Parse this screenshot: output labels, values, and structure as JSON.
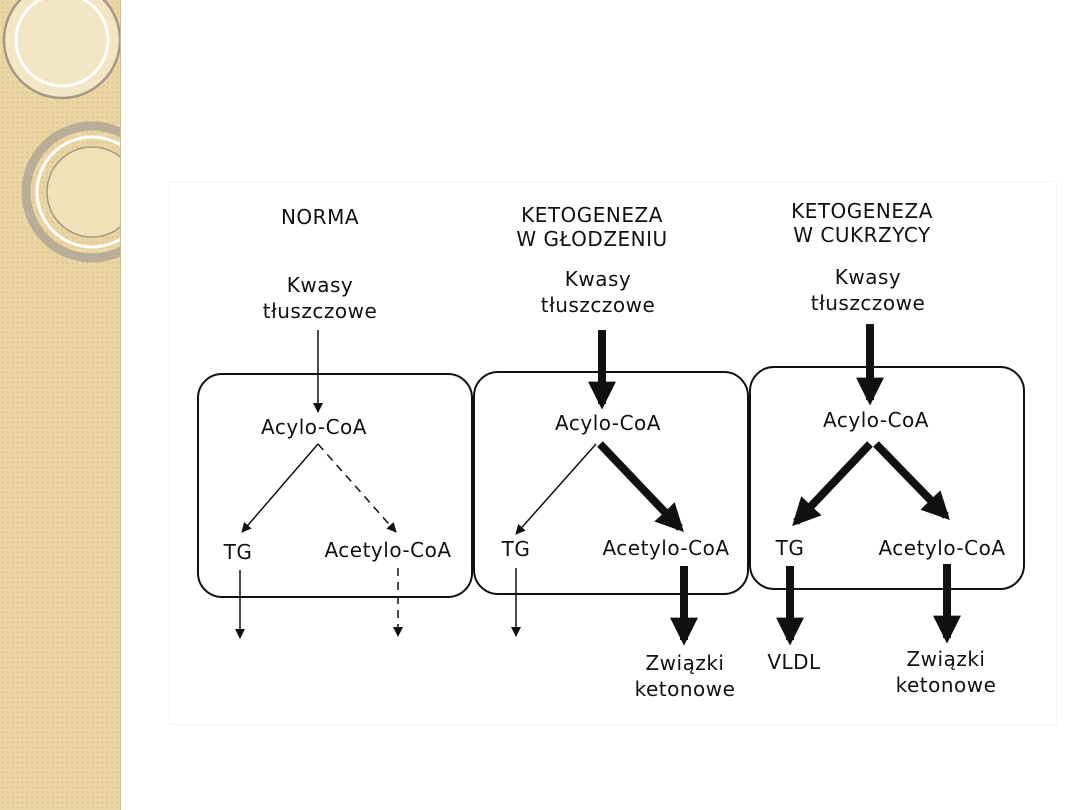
{
  "decor": {
    "strip_color": "#ead6a4",
    "dot_color": "#dcc48c",
    "ring_color": "#a39a86"
  },
  "diagram": {
    "panels": [
      {
        "id": "norma",
        "title_lines": [
          "NORMA"
        ],
        "source_lines": [
          "Kwasy",
          "tłuszczowe"
        ],
        "center": "Acylo-CoA",
        "left": "TG",
        "right": "Acetylo-CoA",
        "left_output": [],
        "right_output": []
      },
      {
        "id": "glodzenie",
        "title_lines": [
          "KETOGENEZA",
          "W GŁODZENIU"
        ],
        "source_lines": [
          "Kwasy",
          "tłuszczowe"
        ],
        "center": "Acylo-CoA",
        "left": "TG",
        "right": "Acetylo-CoA",
        "left_output": [],
        "right_output": [
          "Związki",
          "ketonowe"
        ]
      },
      {
        "id": "cukrzyca",
        "title_lines": [
          "KETOGENEZA",
          "W CUKRZYCY"
        ],
        "source_lines": [
          "Kwasy",
          "tłuszczowe"
        ],
        "center": "Acylo-CoA",
        "left": "TG",
        "right": "Acetylo-CoA",
        "left_output": [
          "VLDL"
        ],
        "right_output": [
          "Związki",
          "ketonowe"
        ]
      }
    ]
  }
}
